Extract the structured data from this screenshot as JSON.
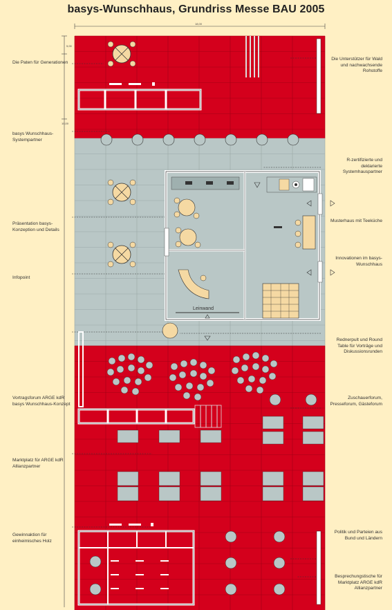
{
  "title": "basys-Wunschhaus, Grundriss Messe BAU 2005",
  "colors": {
    "background": "#fff0c4",
    "red": "#d4001c",
    "gray": "#b9c7c6",
    "cream": "#f5d9a3",
    "white": "#ffffff"
  },
  "labels_left": [
    "Die Paten für Generationen",
    "basys Wunschhaus-Systempartner",
    "Präsentation basys-Konzeption und Details",
    "Infopoint",
    "Vortragsforum ARGE kdR basys Wunschhaus-Konzept",
    "Marktplatz für ARGE kdR Allianzpartner",
    "Gewinnaktion für einheimisches Holz"
  ],
  "labels_right": [
    "Die Unterstützer für Wald und nachwachsende Rohstoffe",
    "R-zertifizierte und deklarierte Systemhauspartner",
    "Musterhaus mit Teeküche",
    "Innovationen im basys-Wunschhaus",
    "Rednerpult und Round Table für Vorträge und Diskussionsrunden",
    "Zuschauerforum, Presseforum, Gästeforum",
    "Politik und Parteien aus Bund und Ländern",
    "Besprechungstische für Marktplatz ARGE kdR Allianzpartner"
  ],
  "plan_text": {
    "screen": "Leinwand",
    "dim_top": "18,00",
    "dim_a": "5,00",
    "dim_b": "10,00"
  }
}
